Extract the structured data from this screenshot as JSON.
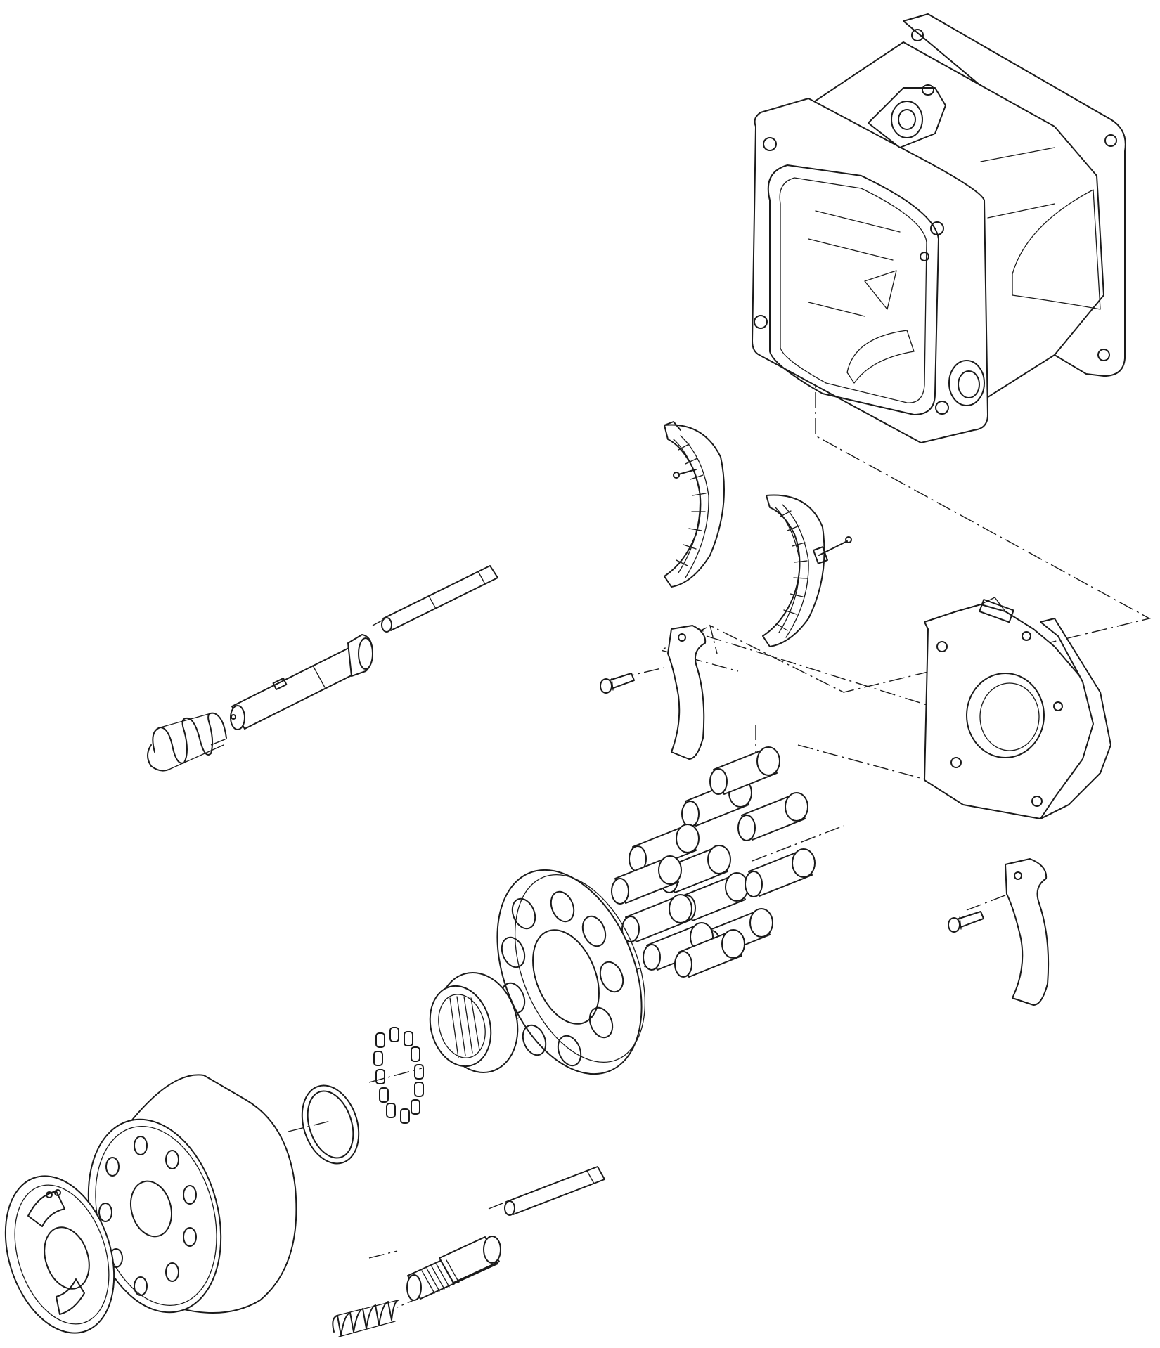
{
  "diagram": {
    "style": "exploded-view line drawing",
    "background": "#ffffff",
    "line_color": "#1a1a1a",
    "parts": [
      "housing",
      "swash-bearing-upper",
      "swash-bearing-lower",
      "end-plate",
      "bearing-retainer-upper",
      "bearing-retainer-lower",
      "retainer-screw-upper",
      "retainer-screw-lower",
      "servo-piston-upper",
      "servo-pin-upper",
      "servo-spring-upper",
      "piston-group",
      "slipper-retainer",
      "ball-guide",
      "block-spring-set",
      "snap-ring",
      "cylinder-block",
      "valve-plate",
      "servo-piston-lower",
      "servo-pin-lower",
      "servo-spring-lower"
    ]
  }
}
